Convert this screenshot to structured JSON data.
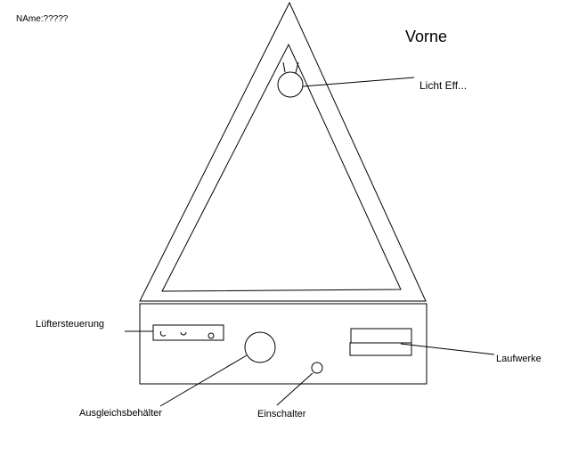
{
  "name_label": "NAme:?????",
  "title": "Vorne",
  "labels": {
    "light_effect": "Licht Eff...",
    "fan_control": "Lüftersteuerung",
    "drives": "Laufwerke",
    "reservoir": "Ausgleichsbehälter",
    "power_switch": "Einschalter"
  }
}
